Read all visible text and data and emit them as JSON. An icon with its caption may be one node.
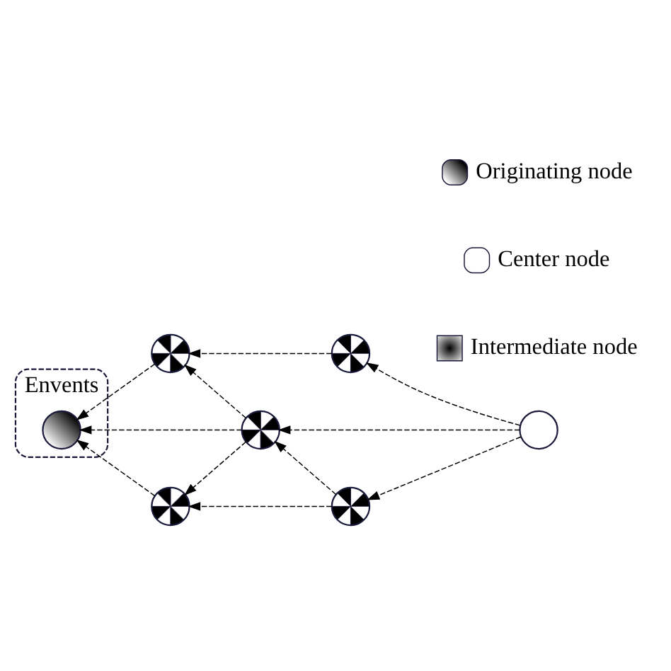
{
  "diagram": {
    "nodes": [
      {
        "text": [
          "Envents"
        ]
      },
      {
        "text": [],
        "shape": "circle"
      },
      {
        "text": [],
        "shape": "circle",
        "in": 0
      },
      {
        "text": [],
        "shape": "circle"
      },
      {
        "text": [],
        "shape": "circle"
      },
      {
        "text": [],
        "shape": "circle"
      },
      {
        "text": [],
        "shape": "circle"
      },
      {
        "text": [],
        "shape": "circle"
      }
    ],
    "edges": [
      {
        "from": 1,
        "to": 2,
        "arrow": "to",
        "style": "dashed"
      },
      {
        "from": 3,
        "to": 1,
        "arrow": "to",
        "style": "dashed"
      },
      {
        "from": 4,
        "to": 1,
        "arrow": "to",
        "style": "dashed"
      },
      {
        "from": 4,
        "to": 2,
        "arrow": "to",
        "style": "dashed"
      },
      {
        "from": 5,
        "to": 2,
        "arrow": "to",
        "style": "dashed"
      },
      {
        "from": 4,
        "to": 5,
        "arrow": "to",
        "style": "dashed"
      },
      {
        "from": 6,
        "to": 3,
        "arrow": "to",
        "style": "dashed"
      },
      {
        "from": 6,
        "to": 4,
        "arrow": "to",
        "style": "dashed"
      },
      {
        "from": 7,
        "to": 4,
        "arrow": "to",
        "style": "dashed"
      },
      {
        "from": 7,
        "to": 5,
        "arrow": "to",
        "style": "dashed"
      },
      {
        "from": 6,
        "to": 7,
        "arrow": "to",
        "style": "dashed"
      }
    ],
    "legend": [
      {
        "text": "Originating node"
      },
      {
        "text": "Center node"
      },
      {
        "text": "Intermediate node"
      }
    ]
  }
}
